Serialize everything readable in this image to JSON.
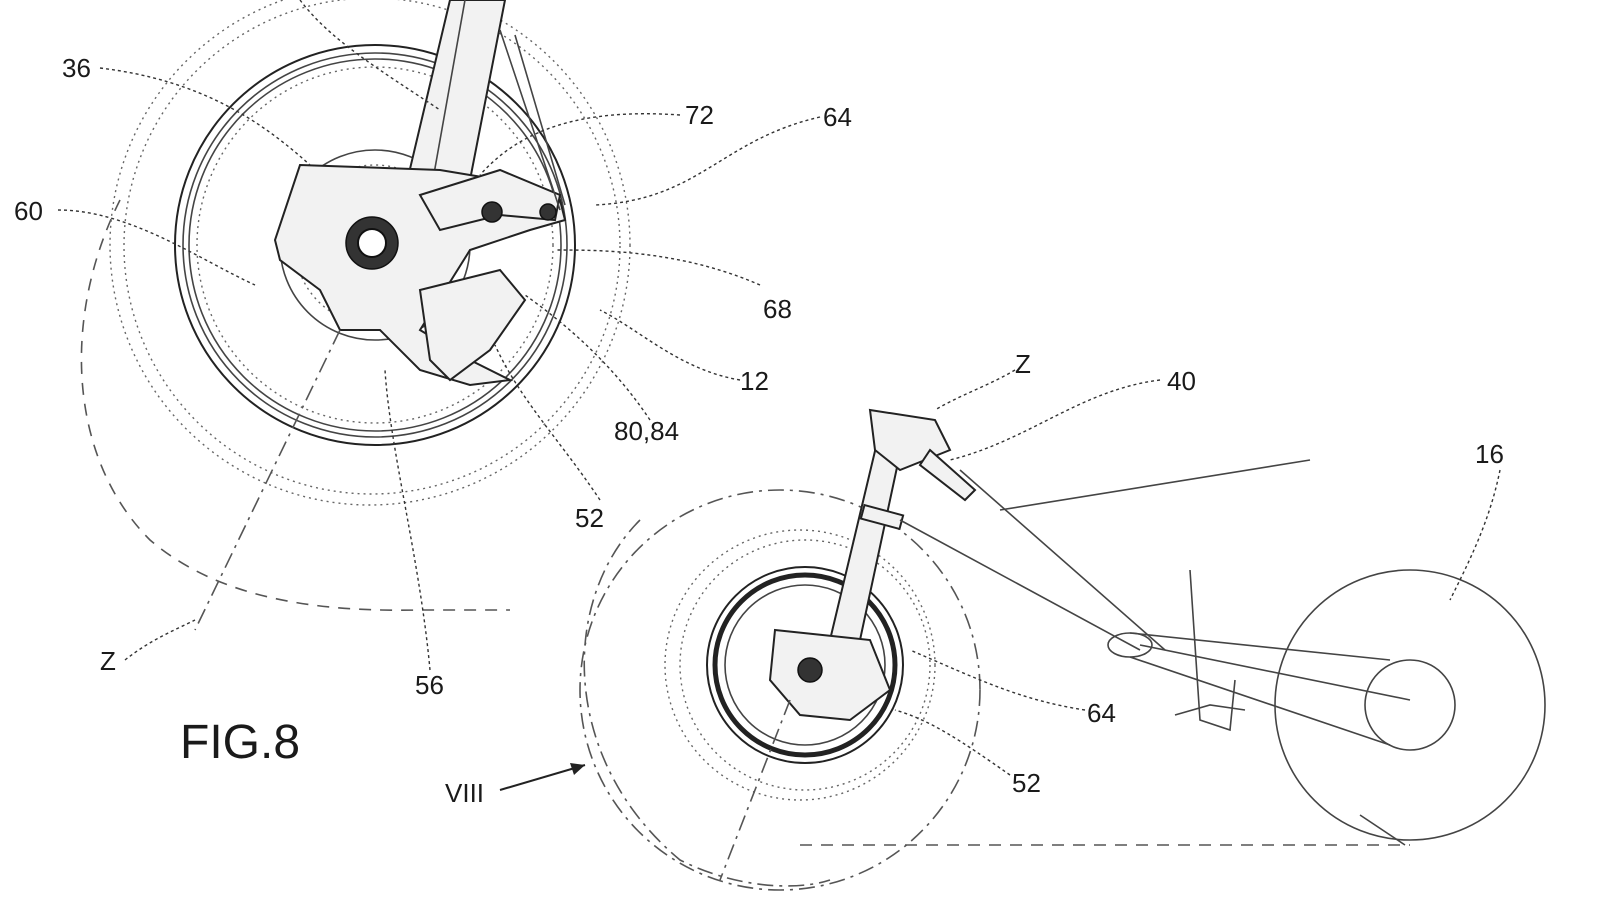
{
  "figure": {
    "title": "FIG.8",
    "section_marker": "VIII"
  },
  "labels": {
    "l36": "36",
    "l60": "60",
    "l72": "72",
    "l64_top": "64",
    "l68": "68",
    "l12": "12",
    "l80_84": "80,84",
    "l52_top": "52",
    "l56": "56",
    "lz_top": "Z",
    "lz_bottom": "Z",
    "l40": "40",
    "l16": "16",
    "l64_bottom": "64",
    "l52_bottom": "52"
  }
}
